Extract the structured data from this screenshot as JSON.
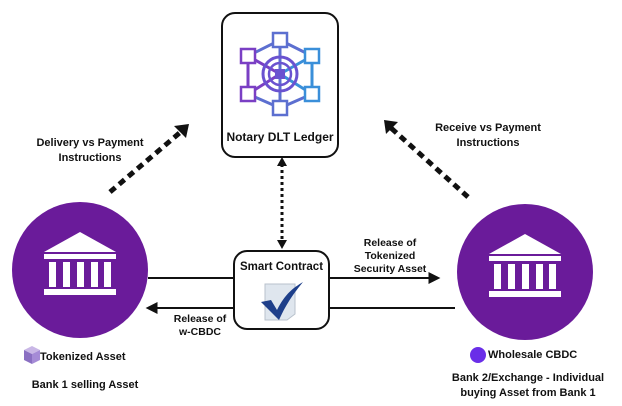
{
  "nodes": {
    "ledger": {
      "label": "Notary DLT Ledger",
      "icon": "blockchain-network-icon"
    },
    "contract": {
      "label": "Smart Contract",
      "icon": "checkmark-document-icon"
    },
    "bank1": {
      "icon": "bank-icon",
      "legend_label": "Tokenized Asset",
      "legend_icon": "token-cube-icon",
      "caption": "Bank 1 selling Asset"
    },
    "bank2": {
      "icon": "bank-icon",
      "legend_label": "Wholesale CBDC",
      "legend_icon": "cbdc-coin-icon",
      "caption_line1": "Bank 2/Exchange - Individual",
      "caption_line2": "buying Asset from Bank 1"
    }
  },
  "edges": {
    "dvp": {
      "line1": "Delivery vs Payment",
      "line2": "Instructions"
    },
    "rvp": {
      "line1": "Receive vs Payment",
      "line2": "Instructions"
    },
    "security": {
      "line1": "Release of",
      "line2": "Tokenized",
      "line3": "Security Asset"
    },
    "cbdc": {
      "line1": "Release of",
      "line2": "w-CBDC"
    }
  },
  "colors": {
    "background": "#ffffff",
    "bank_purple": "#6a1b9a",
    "cbdc_purple": "#6a2ee8",
    "ledger_purple": "#7a3fc4",
    "ledger_blue": "#3a8fd9",
    "arrow": "#111111"
  }
}
